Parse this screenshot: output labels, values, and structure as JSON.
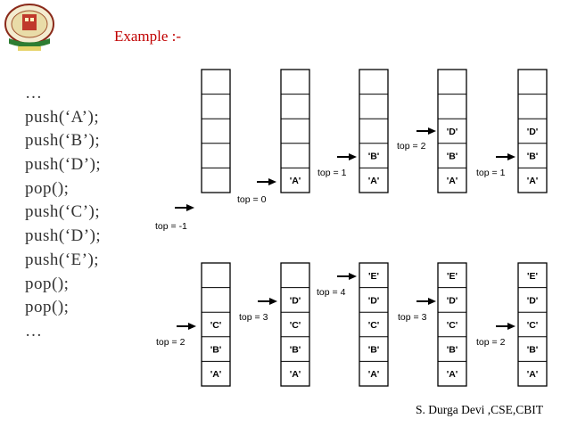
{
  "title": "Example :-",
  "code_lines": [
    "…",
    "push(‘A’);",
    "push(‘B’);",
    "push(‘D’);",
    "pop();",
    "push(‘C’);",
    "push(‘D’);",
    "push(‘E’);",
    "pop();",
    "pop();",
    "…"
  ],
  "footer": "S. Durga Devi ,CSE,CBIT",
  "stacks": [
    {
      "cells": [
        "",
        "",
        "",
        "",
        ""
      ],
      "top_label": "top = -1"
    },
    {
      "cells": [
        "'A'",
        "",
        "",
        "",
        ""
      ],
      "top_label": "top = 0"
    },
    {
      "cells": [
        "'A'",
        "'B'",
        "",
        "",
        ""
      ],
      "top_label": "top = 1"
    },
    {
      "cells": [
        "'A'",
        "'B'",
        "'D'",
        "",
        ""
      ],
      "top_label": "top = 2"
    },
    {
      "cells": [
        "'A'",
        "'B'",
        "'D'",
        "",
        ""
      ],
      "top_label": "top = 1"
    },
    {
      "cells": [
        "'A'",
        "'B'",
        "'C'",
        "",
        ""
      ],
      "top_label": "top = 2"
    },
    {
      "cells": [
        "'A'",
        "'B'",
        "'C'",
        "'D'",
        ""
      ],
      "top_label": "top = 3"
    },
    {
      "cells": [
        "'A'",
        "'B'",
        "'C'",
        "'D'",
        "'E'"
      ],
      "top_label": "top = 4"
    },
    {
      "cells": [
        "'A'",
        "'B'",
        "'C'",
        "'D'",
        "'E'"
      ],
      "top_label": "top = 3"
    },
    {
      "cells": [
        "'A'",
        "'B'",
        "'C'",
        "'D'",
        "'E'"
      ],
      "top_label": "top = 2"
    }
  ]
}
